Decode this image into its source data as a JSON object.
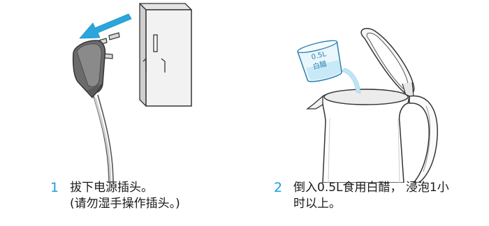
{
  "step1": {
    "number": "1",
    "line1": "拔下电源插头。",
    "line2": "(请勿湿手操作插头。)"
  },
  "step2": {
    "number": "2",
    "line1": "倒入0.5L食用白醋， 浸泡1小",
    "line2": "时以上。"
  },
  "illustration": {
    "cup_volume": "0.5L",
    "cup_label": "白醋",
    "colors": {
      "accent": "#1aa0dc",
      "arrow": "#2aa6dd",
      "water": "#bfe6f5",
      "outline": "#333333"
    }
  }
}
